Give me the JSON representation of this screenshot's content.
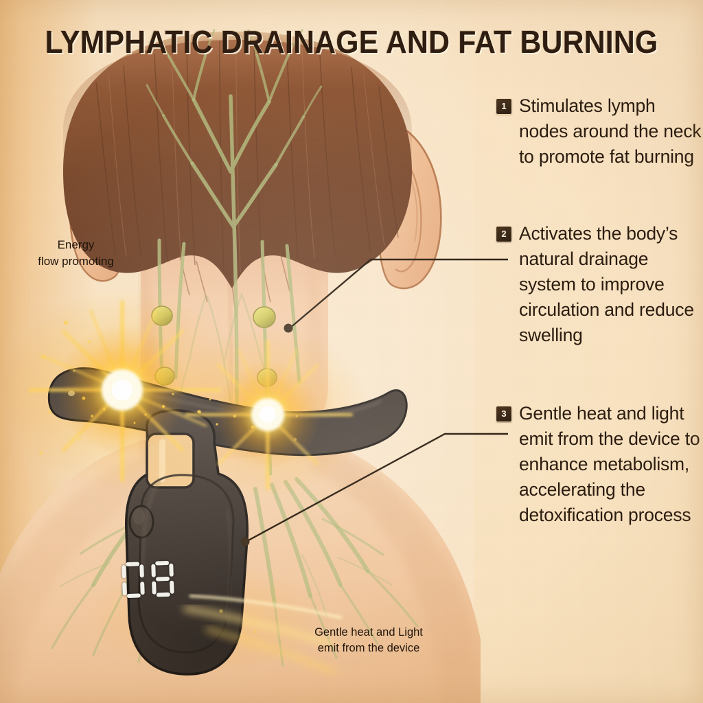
{
  "meta": {
    "kind": "infographic",
    "title": "LYMPHATIC DRAINAGE AND FAT BURNING"
  },
  "colors": {
    "background_cream": "#f8e2c1",
    "background_tan_edge": "#eec188",
    "title_text": "#2e1d10",
    "body_text": "#2b1c10",
    "badge_fill": "#3a2817",
    "badge_text": "#fdf3e2",
    "lymph_vessel_green": "#b4bc7e",
    "lymph_node_yellow": "#d8cf63",
    "hair_brown": "#a0603f",
    "skin_peach": "#f2c49c",
    "device_dark": "#433a33",
    "glow_gold": "#ffc21f",
    "glow_core": "#fffbe8",
    "leader_line": "#241708"
  },
  "header": {
    "title": "LYMPHATIC DRAINAGE AND FAT BURNING"
  },
  "benefits": [
    {
      "number": "1",
      "text": "Stimulates lymph nodes around the neck to promote fat burning"
    },
    {
      "number": "2",
      "text": "Activates the body’s natural drainage system to improve circulation and reduce swelling"
    },
    {
      "number": "3",
      "text": "Gentle heat and light emit from the device to enhance metabolism, accelerating the detoxification process"
    }
  ],
  "annotations": {
    "energy_flow": "Energy\nflow promoting",
    "energy_flow_line1": "Energy",
    "energy_flow_line2": "flow promoting",
    "heat_light_line1": "Gentle heat and Light",
    "heat_light_line2": "emit from the device"
  },
  "device": {
    "display_value": "08",
    "display_digit_1": "0",
    "display_digit_2": "8",
    "glow_points": 2
  },
  "illustration": {
    "subject": "back view of head, neck and shoulders",
    "lymph_nodes_visible": 4,
    "leader_lines": 2
  }
}
